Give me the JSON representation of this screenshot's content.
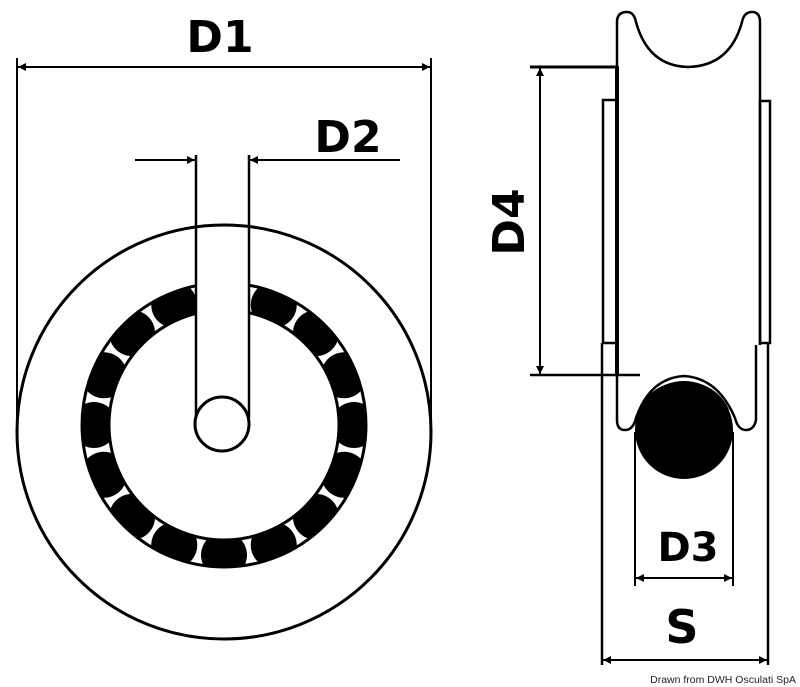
{
  "labels": {
    "d1": "D1",
    "d2": "D2",
    "d3": "D3",
    "d4": "D4",
    "s": "S"
  },
  "caption": "Drawn from DWH Osculati SpA",
  "colors": {
    "ink": "#000000",
    "background": "#ffffff"
  },
  "bearing": {
    "ball_count": 16
  }
}
